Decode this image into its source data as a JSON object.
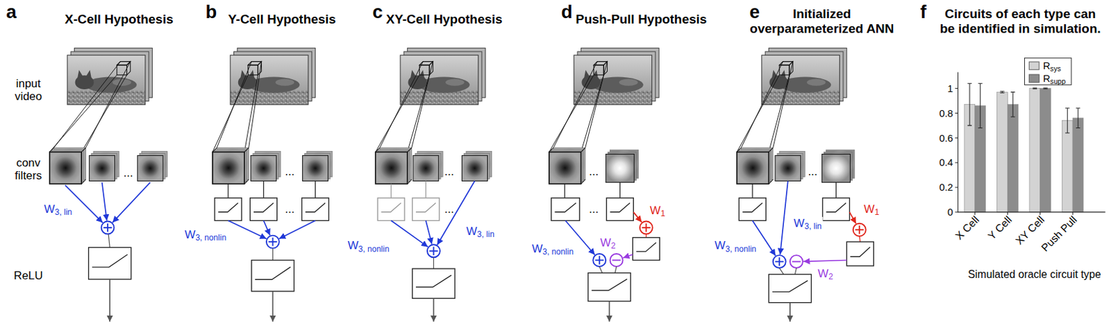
{
  "diagram": {
    "labels": [
      "a",
      "X-Cell Hypothesis",
      "b",
      "Y-Cell Hypothesis",
      "c",
      "XY-Cell Hypothesis",
      "d",
      "Push-Pull Hypothesis",
      "e",
      "Initialized overparameterized ANN",
      "f",
      "Circuits of each type can be identified in simulation.",
      "input video",
      "conv filters",
      "ReLU",
      "...",
      "W3, lin",
      "...",
      "...",
      "W3, nonlin",
      "...",
      "...",
      "W3, nonlin",
      "W3, lin",
      "...",
      "...",
      "W1",
      "W2",
      "W3, nonlin",
      "...",
      "W3, nonlin",
      "W3, lin",
      "W1",
      "W2",
      "1",
      "0.8",
      "0.6",
      "0.4",
      "0.2",
      "0",
      "X Cell",
      "Y Cell",
      "XY Cell",
      "Push Pull",
      "Simulated oracle circuit type"
    ],
    "legend": [
      {
        "text": "Rsys",
        "color": "#d3d3d3"
      },
      {
        "text": "Rsupp",
        "color": "#8c8c8c"
      }
    ]
  }
}
